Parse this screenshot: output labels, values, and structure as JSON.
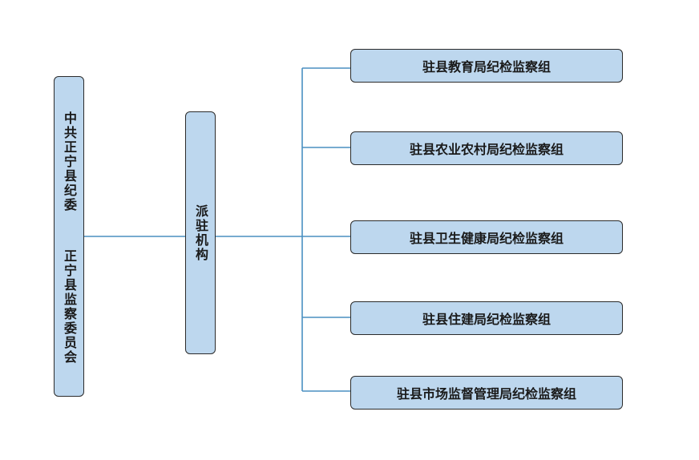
{
  "root": {
    "line1": "中共正宁县纪委",
    "line2": "正宁县监察委员会"
  },
  "middle": {
    "label": "派驻机构"
  },
  "groups": [
    {
      "label": "驻县教育局纪检监察组"
    },
    {
      "label": "驻县农业农村局纪检监察组"
    },
    {
      "label": "驻县卫生健康局纪检监察组"
    },
    {
      "label": "驻县住建局纪检监察组"
    },
    {
      "label": "驻县市场监督管理局纪检监察组"
    }
  ],
  "colors": {
    "box_fill": "#bdd7ee",
    "box_border": "#2b2b2b",
    "connector": "#4a8fc1"
  }
}
